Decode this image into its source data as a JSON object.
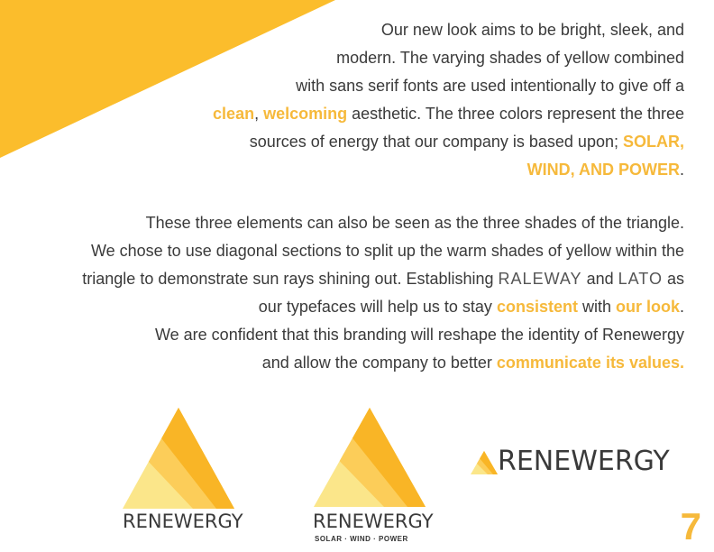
{
  "paragraph1": {
    "lines": [
      {
        "parts": [
          {
            "text": "Our new look aims to be bright, sleek, and",
            "hl": false
          }
        ]
      },
      {
        "parts": [
          {
            "text": "modern. The varying shades of yellow combined",
            "hl": false
          }
        ]
      },
      {
        "parts": [
          {
            "text": "with sans serif fonts are used intentionally to give off a",
            "hl": false
          }
        ]
      },
      {
        "parts": [
          {
            "text": "clean",
            "hl": true
          },
          {
            "text": ", ",
            "hl": false
          },
          {
            "text": "welcoming",
            "hl": true
          },
          {
            "text": " aesthetic. The three colors represent the three ",
            "hl": false
          }
        ]
      },
      {
        "parts": [
          {
            "text": "sources of energy that our company is based upon; ",
            "hl": false
          },
          {
            "text": "SOLAR,",
            "hl": true
          }
        ]
      },
      {
        "parts": [
          {
            "text": "WIND, AND POWER",
            "hl": true
          },
          {
            "text": ".",
            "hl": false
          }
        ]
      }
    ]
  },
  "paragraph2": {
    "lines": [
      {
        "parts": [
          {
            "text": "These three elements can also be seen as the three shades of the triangle.",
            "hl": false
          }
        ]
      },
      {
        "parts": [
          {
            "text": "We chose to use diagonal sections to split up the warm shades of yellow within the",
            "hl": false
          }
        ]
      },
      {
        "parts": [
          {
            "text": "triangle to demonstrate sun rays shining out. Establishing ",
            "hl": false
          },
          {
            "text": "RALEWAY",
            "hl": false,
            "type": true
          },
          {
            "text": " and ",
            "hl": false
          },
          {
            "text": "LATO",
            "hl": false,
            "type": true
          },
          {
            "text": " as",
            "hl": false
          }
        ]
      },
      {
        "parts": [
          {
            "text": "our typefaces will help us to stay ",
            "hl": false
          },
          {
            "text": "consistent",
            "hl": true
          },
          {
            "text": " with ",
            "hl": false
          },
          {
            "text": "our look",
            "hl": true
          },
          {
            "text": ".",
            "hl": false
          }
        ]
      },
      {
        "parts": [
          {
            "text": "We are confident that this branding will reshape the identity of Renewergy",
            "hl": false
          }
        ]
      },
      {
        "parts": [
          {
            "text": "and allow the company to better ",
            "hl": false
          },
          {
            "text": "communicate its values.",
            "hl": true
          }
        ]
      }
    ]
  },
  "logos": {
    "logo1": {
      "wordmark": "RENEWERGY"
    },
    "logo2": {
      "wordmark": "RENEWERGY",
      "tagline": "SOLAR · WIND · POWER"
    },
    "logo3": {
      "wordmark": "RENEWERGY"
    }
  },
  "page_number": "7",
  "colors": {
    "accent": "#f6b93b",
    "corner": "#fbbd2c",
    "shade_dark": "#f9b526",
    "shade_mid": "#fccd59",
    "shade_light": "#fbe68a",
    "text": "#3a3a3a"
  }
}
